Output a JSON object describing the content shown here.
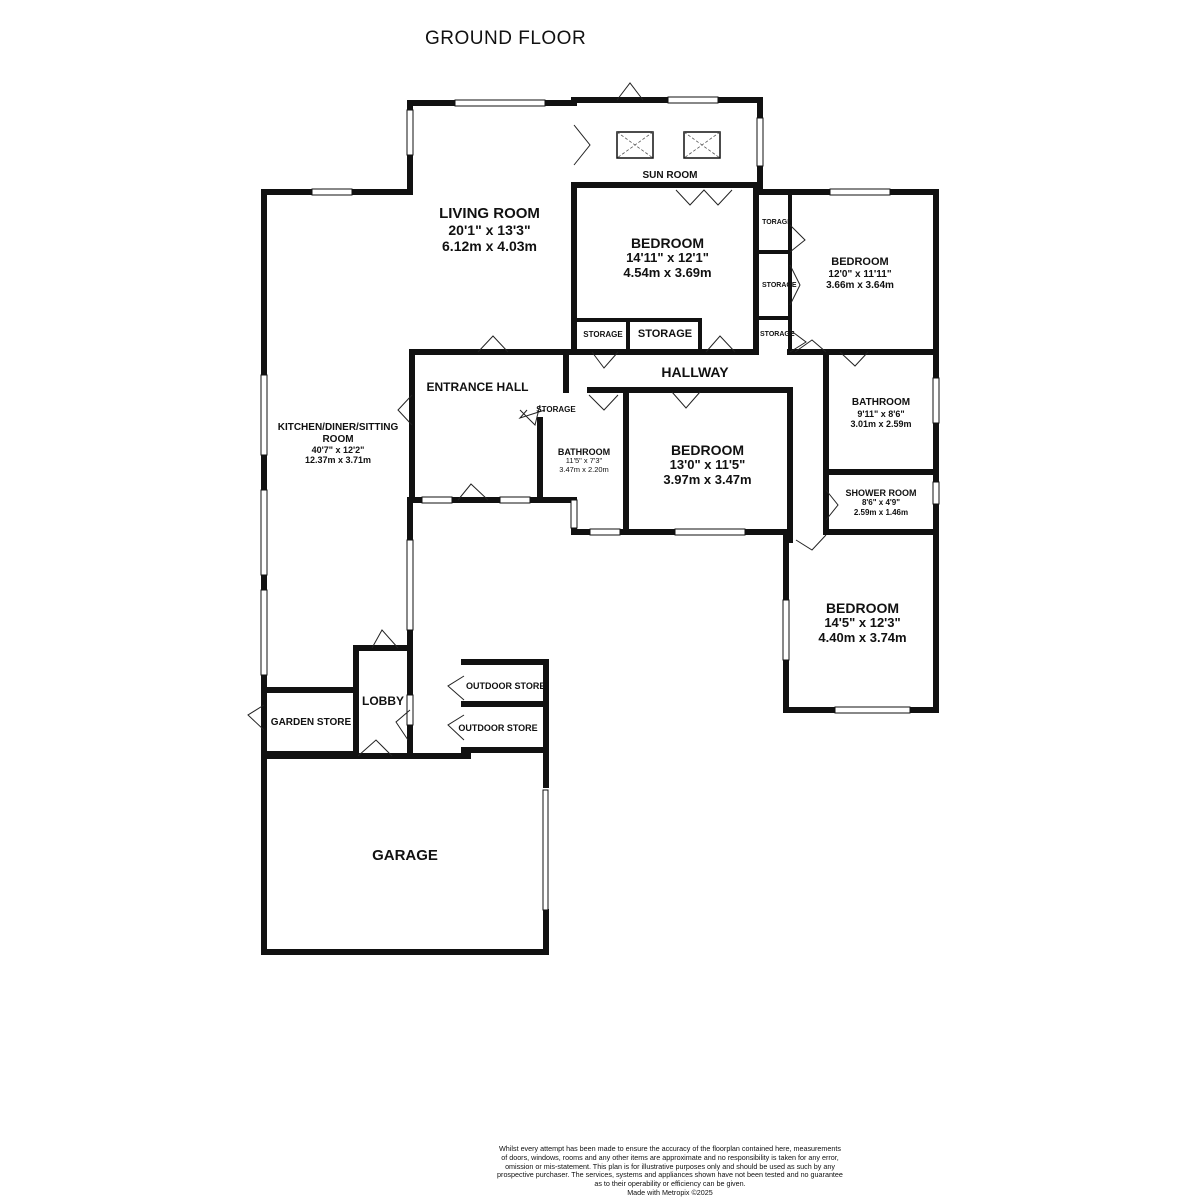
{
  "floor_title": "GROUND FLOOR",
  "rooms": {
    "living_room": {
      "name": "LIVING ROOM",
      "dim_imperial": "20'1\"  x 13'3\"",
      "dim_metric": "6.12m  x 4.03m"
    },
    "sun_room": {
      "name": "SUN ROOM"
    },
    "bedroom_1": {
      "name": "BEDROOM",
      "dim_imperial": "14'11\"  x 12'1\"",
      "dim_metric": "4.54m  x 3.69m"
    },
    "bedroom_2": {
      "name": "BEDROOM",
      "dim_imperial": "12'0\"  x 11'11\"",
      "dim_metric": "3.66m  x 3.64m"
    },
    "kitchen": {
      "name": "KITCHEN/DINER/SITTING ROOM",
      "dim_imperial": "40'7\"  x 12'2\"",
      "dim_metric": "12.37m  x 3.71m"
    },
    "entrance_hall": {
      "name": "ENTRANCE HALL"
    },
    "hallway": {
      "name": "HALLWAY"
    },
    "bathroom_1": {
      "name": "BATHROOM",
      "dim_imperial": "11'5\"  x 7'3\"",
      "dim_metric": "3.47m  x 2.20m"
    },
    "bedroom_3": {
      "name": "BEDROOM",
      "dim_imperial": "13'0\"  x 11'5\"",
      "dim_metric": "3.97m  x 3.47m"
    },
    "bathroom_2": {
      "name": "BATHROOM",
      "dim_imperial": "9'11\"  x 8'6\"",
      "dim_metric": "3.01m  x 2.59m"
    },
    "shower_room": {
      "name": "SHOWER ROOM",
      "dim_imperial": "8'6\"  x 4'9\"",
      "dim_metric": "2.59m  x 1.46m"
    },
    "bedroom_4": {
      "name": "BEDROOM",
      "dim_imperial": "14'5\"  x 12'3\"",
      "dim_metric": "4.40m  x 3.74m"
    },
    "lobby": {
      "name": "LOBBY"
    },
    "garden_store": {
      "name": "GARDEN STORE"
    },
    "outdoor_store_1": {
      "name": "OUTDOOR STORE"
    },
    "outdoor_store_2": {
      "name": "OUTDOOR STORE"
    },
    "garage": {
      "name": "GARAGE"
    }
  },
  "storage_labels": {
    "storage_a": "STORAGE",
    "storage_b": "STORAGE",
    "storage_c": "STORAGE",
    "storage_d": "TORAGE",
    "storage_e": "STORAGE",
    "storage_f": "STORAGE"
  },
  "disclaimer_lines": [
    "Whilst every attempt has been made to ensure the accuracy of the floorplan contained here, measurements",
    "of doors, windows, rooms and any other items are approximate and no responsibility is taken for any error,",
    "omission or mis-statement. This plan is for illustrative purposes only and should be used as such by any",
    "prospective purchaser. The services, systems and appliances shown have not been tested and no guarantee",
    "as to their operability or efficiency can be given.",
    "Made with Metropix ©2025"
  ]
}
